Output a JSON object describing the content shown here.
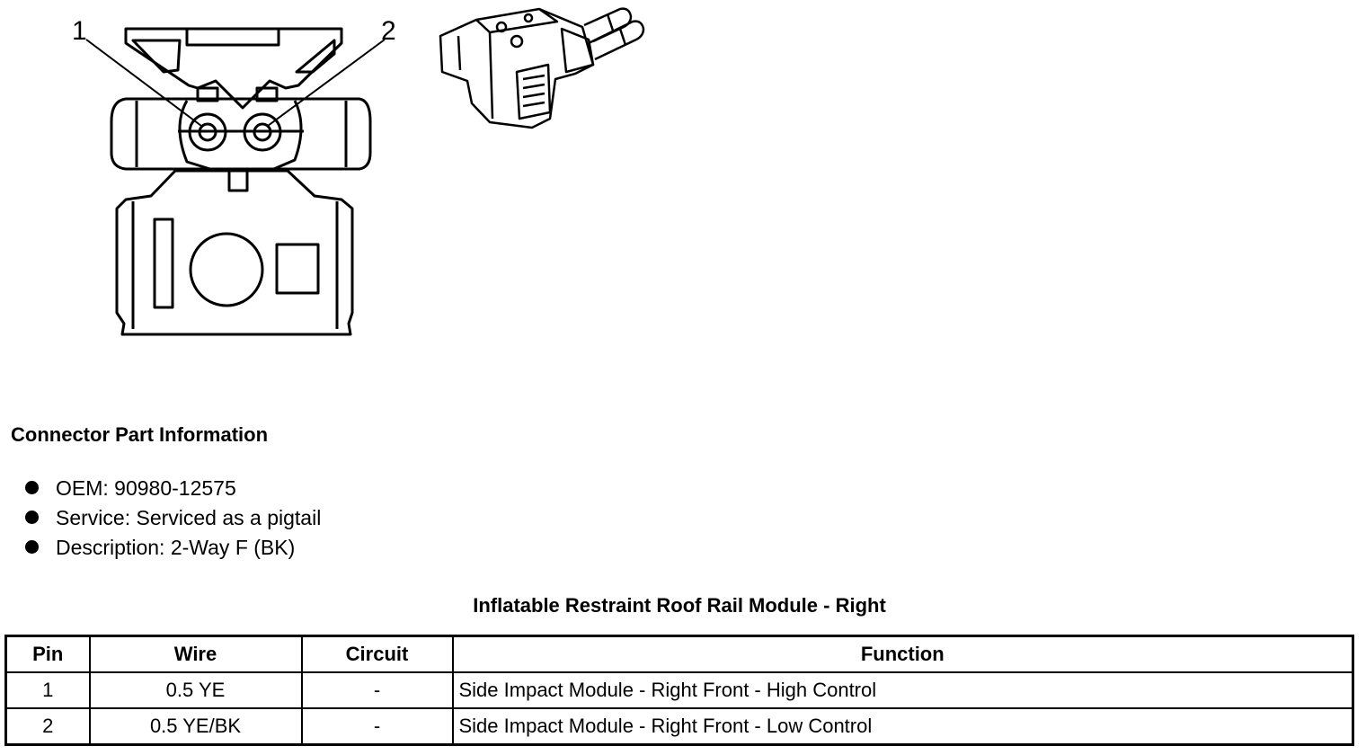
{
  "diagram": {
    "callouts": [
      "1",
      "2"
    ],
    "face_view_icon": "connector-face-view",
    "iso_view_icon": "connector-isometric-view"
  },
  "connector_info": {
    "heading": "Connector Part Information",
    "items": [
      "OEM: 90980-12575",
      "Service: Serviced as a pigtail",
      "Description: 2-Way F (BK)"
    ]
  },
  "pin_table": {
    "title": "Inflatable Restraint Roof Rail Module - Right",
    "headers": [
      "Pin",
      "Wire",
      "Circuit",
      "Function"
    ],
    "rows": [
      [
        "1",
        "0.5 YE",
        "-",
        "Side Impact Module - Right Front - High Control"
      ],
      [
        "2",
        "0.5 YE/BK",
        "-",
        "Side Impact Module - Right Front - Low Control"
      ]
    ]
  }
}
